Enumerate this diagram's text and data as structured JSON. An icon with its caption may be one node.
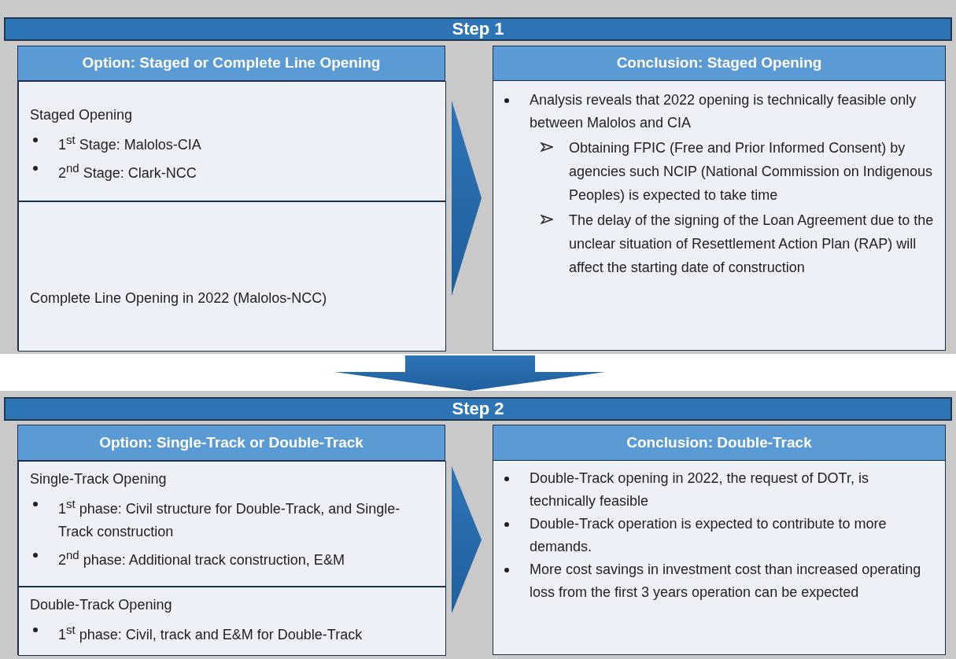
{
  "diagram": {
    "nodes": [
      {
        "text": [
          "Step 1"
        ]
      },
      {
        "text": [
          "Option: Staged or Complete Line Opening"
        ],
        "in": 0
      },
      {
        "text": [
          "Staged Opening",
          "1$^{st}$ Stage: Malolos-CIA",
          "2$^{nd}$ Stage: Clark-NCC"
        ],
        "in": 1
      },
      {
        "text": [
          "Complete Line Opening in 2022 (Malolos-NCC)"
        ],
        "in": 1
      },
      {
        "text": [
          "Conclusion: Staged Opening",
          "Analysis reveals that 2022 opening is technically feasible only between Malolos and CIA",
          "Obtaining FPIC (Free and Prior Informed Consent) by agencies such NCIP (National Commission on Indigenous Peoples) is expected to take time",
          "The delay of the signing of the Loan Agreement due to the unclear situation of Resettlement Action Plan (RAP) will affect the starting date of construction"
        ],
        "in": 0
      },
      {
        "text": [
          "Step 2"
        ]
      },
      {
        "text": [
          "Option: Single-Track or Double-Track"
        ],
        "in": 5
      },
      {
        "text": [
          "Single-Track Opening",
          "1$^{st}$ phase: Civil structure for Double-Track, and Single-Track construction",
          "2$^{nd}$ phase: Additional track construction, E&M"
        ],
        "in": 6
      },
      {
        "text": [
          "Double-Track Opening",
          "1$^{st}$ phase: Civil, track and E&M for Double-Track"
        ],
        "in": 6
      },
      {
        "text": [
          "Conclusion: Double-Track",
          "Double-Track opening in 2022, the request of DOTr, is technically feasible",
          "Double-Track operation is expected to contribute to more demands.",
          "More cost savings in investment cost than increased operating loss from the first 3 years operation can be expected"
        ],
        "in": 5
      }
    ],
    "edges": [
      {
        "from": 1,
        "to": 4,
        "arrow": "to"
      },
      {
        "from": 0,
        "to": 5,
        "arrow": "to"
      },
      {
        "from": 6,
        "to": 9,
        "arrow": "to"
      }
    ]
  }
}
